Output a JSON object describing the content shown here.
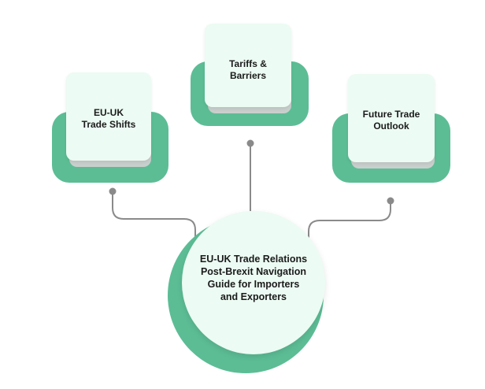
{
  "diagram": {
    "hub": {
      "title": "EU-UK Trade Relations\nPost-Brexit Navigation\nGuide for Importers\nand Exporters"
    },
    "nodes": [
      {
        "id": "left",
        "title": "EU-UK\nTrade Shifts"
      },
      {
        "id": "top",
        "title": "Tariffs &\nBarriers"
      },
      {
        "id": "right",
        "title": "Future Trade\nOutlook"
      }
    ],
    "colors": {
      "accent": "#5cbd95",
      "card_face": "#ecfbf3",
      "connector": "#8a8a8a",
      "text": "#1b1b1b"
    }
  }
}
